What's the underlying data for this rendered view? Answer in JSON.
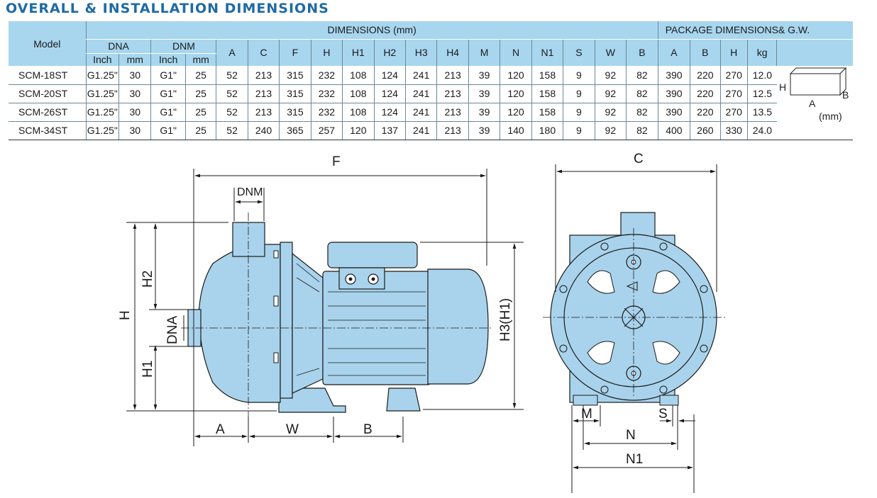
{
  "title": "OVERALL & INSTALLATION DIMENSIONS",
  "table": {
    "model_header": "Model",
    "dimensions_header": "DIMENSIONS (mm)",
    "package_header": "PACKAGE DIMENSIONS& G.W.",
    "dna_header": "DNA",
    "dnm_header": "DNM",
    "sub_inch": "Inch",
    "sub_mm": "mm",
    "dim_columns": [
      "A",
      "C",
      "F",
      "H",
      "H1",
      "H2",
      "H3",
      "H4",
      "M",
      "N",
      "N1",
      "S",
      "W",
      "B"
    ],
    "pkg_columns": [
      "A",
      "B",
      "H",
      "kg"
    ],
    "rows": [
      {
        "model": "SCM-18ST",
        "dna_inch": "G1.25\"",
        "dna_mm": "30",
        "dnm_inch": "G1\"",
        "dnm_mm": "25",
        "dims": [
          "52",
          "213",
          "315",
          "232",
          "108",
          "124",
          "241",
          "213",
          "39",
          "120",
          "158",
          "9",
          "92",
          "82"
        ],
        "pkg": [
          "390",
          "220",
          "270",
          "12.0"
        ]
      },
      {
        "model": "SCM-20ST",
        "dna_inch": "G1.25\"",
        "dna_mm": "30",
        "dnm_inch": "G1\"",
        "dnm_mm": "25",
        "dims": [
          "52",
          "213",
          "315",
          "232",
          "108",
          "124",
          "241",
          "213",
          "39",
          "120",
          "158",
          "9",
          "92",
          "82"
        ],
        "pkg": [
          "390",
          "220",
          "270",
          "12.5"
        ]
      },
      {
        "model": "SCM-26ST",
        "dna_inch": "G1.25\"",
        "dna_mm": "30",
        "dnm_inch": "G1\"",
        "dnm_mm": "25",
        "dims": [
          "52",
          "213",
          "315",
          "232",
          "108",
          "124",
          "241",
          "213",
          "39",
          "120",
          "158",
          "9",
          "92",
          "82"
        ],
        "pkg": [
          "390",
          "220",
          "270",
          "13.5"
        ]
      },
      {
        "model": "SCM-34ST",
        "dna_inch": "G1.25\"",
        "dna_mm": "30",
        "dnm_inch": "G1\"",
        "dnm_mm": "25",
        "dims": [
          "52",
          "240",
          "365",
          "257",
          "120",
          "137",
          "241",
          "213",
          "39",
          "140",
          "180",
          "9",
          "92",
          "82"
        ],
        "pkg": [
          "400",
          "260",
          "330",
          "24.0"
        ]
      }
    ]
  },
  "package_figure": {
    "label_h": "H",
    "label_b": "B",
    "label_a": "A",
    "unit": "(mm)"
  },
  "drawing_labels": {
    "F": "F",
    "DNM": "DNM",
    "H": "H",
    "H2": "H2",
    "DNA": "DNA",
    "H1": "H1",
    "H3H1": "H3(H1)",
    "A": "A",
    "W": "W",
    "B": "B",
    "C": "C",
    "M": "M",
    "S": "S",
    "N": "N",
    "N1": "N1"
  },
  "colors": {
    "title": "#1f6aa5",
    "header_fill": "#a8d6ef",
    "pump_fill": "#a9d3ec",
    "outline": "#1a1a1a"
  }
}
